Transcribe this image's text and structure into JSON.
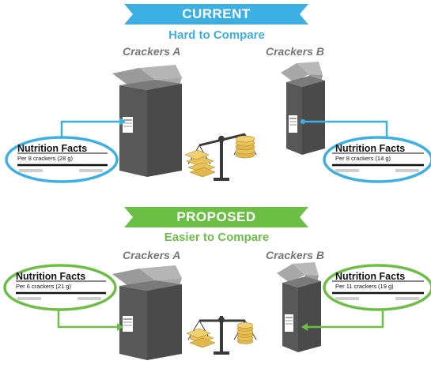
{
  "current": {
    "banner": "CURRENT",
    "subtitle": "Hard to Compare",
    "crackers_a": {
      "label": "Crackers A",
      "nutrition_title": "Nutrition Facts",
      "serving": "Per 8 crackers (28 g)"
    },
    "crackers_b": {
      "label": "Crackers B",
      "nutrition_title": "Nutrition Facts",
      "serving": "Per 8 crackers (14 g)"
    }
  },
  "proposed": {
    "banner": "PROPOSED",
    "subtitle": "Easier to Compare",
    "crackers_a": {
      "label": "Crackers A",
      "nutrition_title": "Nutrition Facts",
      "serving": "Per 6 crackers (21 g)"
    },
    "crackers_b": {
      "label": "Crackers B",
      "nutrition_title": "Nutrition Facts",
      "serving": "Per 11 crackers (19 g)"
    }
  },
  "colors": {
    "current_accent": "#3db0e3",
    "proposed_accent": "#6cbf45",
    "box_front": "#4a4a4a",
    "box_side": "#6e6e6e",
    "box_top": "#8c8c8c",
    "cracker": "#e8c25a"
  }
}
